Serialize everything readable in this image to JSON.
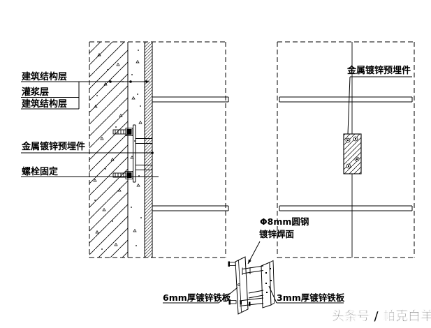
{
  "page": {
    "background_color": "#ffffff",
    "line_color": "#000000",
    "watermark_color": "#c9c9c9"
  },
  "section_view": {
    "labels": {
      "structure_layer_top": "建筑结构层",
      "grout_layer": "灌浆层",
      "structure_layer_bottom": "建筑结构层",
      "embed_part": "金属镀锌预埋件",
      "bolt_fixing": "螺栓固定"
    }
  },
  "elevation_view": {
    "labels": {
      "embed_part": "金属镀锌预埋件"
    }
  },
  "connector_detail": {
    "labels": {
      "round_steel_line1": "Φ8mm圆钢",
      "round_steel_line2": "镀锌焊面",
      "plate_6mm": "6mm厚镀锌铁板",
      "plate_3mm": "3mm厚镀锌铁板"
    }
  },
  "watermark": {
    "text": "头条号 / 帕克白羊"
  }
}
